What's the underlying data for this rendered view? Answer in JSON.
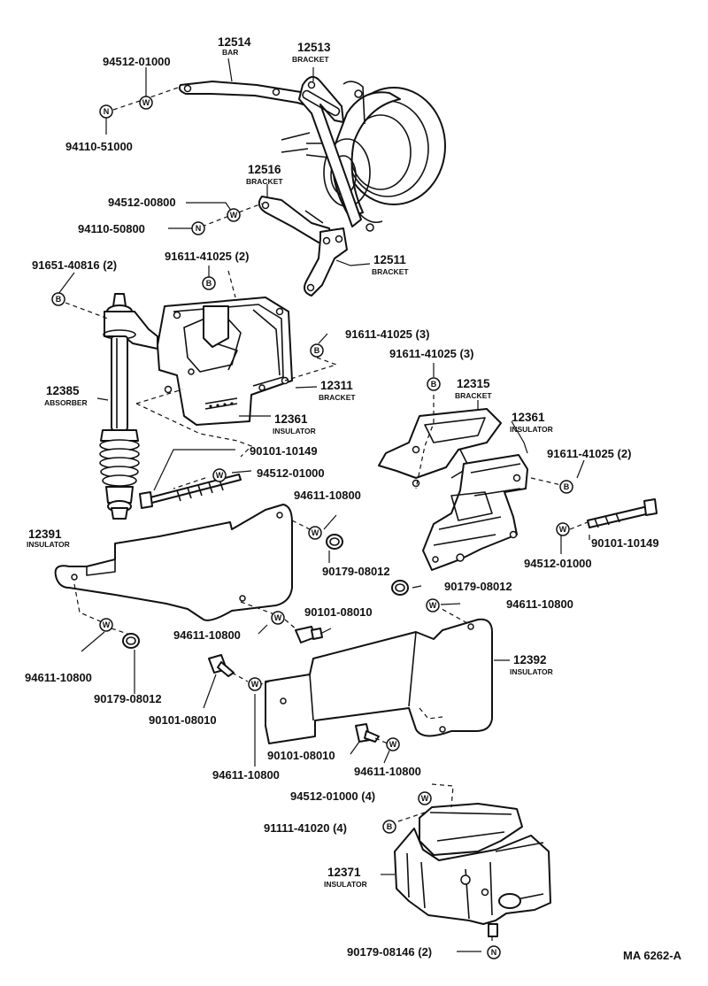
{
  "diagram_ref": "MA 6262-A",
  "symbols": {
    "washer": "W",
    "nut": "N",
    "bolt": "B",
    "nut_flange": "N"
  },
  "labels": {
    "p12514": {
      "num": "12514",
      "name": "BAR"
    },
    "p12513": {
      "num": "12513",
      "name": "BRACKET"
    },
    "p12516": {
      "num": "12516",
      "name": "BRACKET"
    },
    "p12511": {
      "num": "12511",
      "name": "BRACKET"
    },
    "p12385": {
      "num": "12385",
      "name": "ABSORBER"
    },
    "p12311": {
      "num": "12311",
      "name": "BRACKET"
    },
    "p12361a": {
      "num": "12361",
      "name": "INSULATOR"
    },
    "p12315": {
      "num": "12315",
      "name": "BRACKET"
    },
    "p12361b": {
      "num": "12361",
      "name": "INSULATOR"
    },
    "p12391": {
      "num": "12391",
      "name": "INSULATOR"
    },
    "p12392": {
      "num": "12392",
      "name": "INSULATOR"
    },
    "p12371": {
      "num": "12371",
      "name": "INSULATOR"
    },
    "h1": "94512-01000",
    "h2": "94110-51000",
    "h3": "94512-00800",
    "h4": "94110-50800",
    "h5": "91651-40816 (2)",
    "h6": "91611-41025 (2)",
    "h7": "91611-41025 (3)",
    "h8": "91611-41025 (3)",
    "h9": "90101-10149",
    "h10": "94512-01000",
    "h11": "91611-41025 (2)",
    "h12": "94611-10800",
    "h13": "90179-08012",
    "h14": "90101-10149",
    "h15": "94512-01000",
    "h16": "90179-08012",
    "h17": "94611-10800",
    "h18": "90101-08010",
    "h19": "94611-10800",
    "h20": "94611-10800",
    "h21": "90179-08012",
    "h22": "90101-08010",
    "h23": "90101-08010",
    "h24": "94611-10800",
    "h25": "94611-10800",
    "h26": "94512-01000 (4)",
    "h27": "91111-41020 (4)",
    "h28": "90179-08146 (2)"
  }
}
